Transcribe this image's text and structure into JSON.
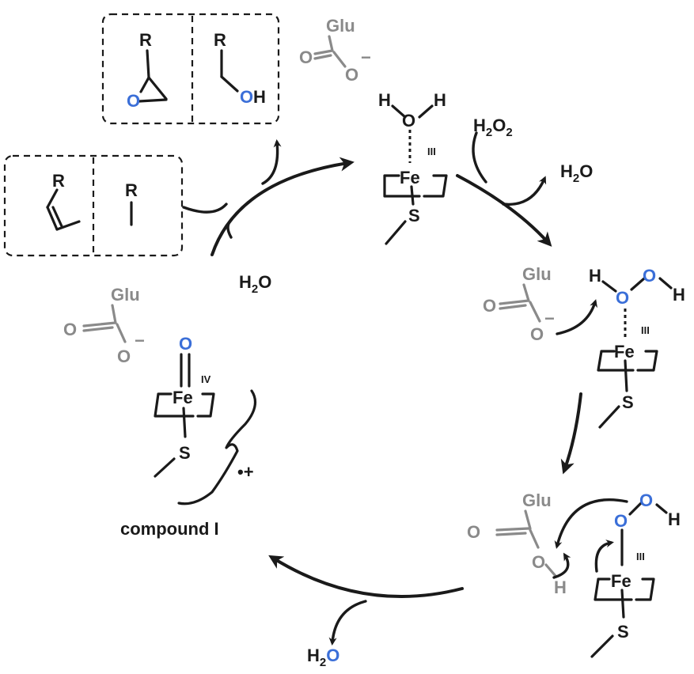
{
  "reagents": {
    "h2o2_h": "H",
    "h2o2_2a": "2",
    "h2o2_o": "O",
    "h2o2_2b": "2",
    "h2o_out_h": "H",
    "h2o_out_2": "2",
    "h2o_out_o": "O",
    "h2o_left_h": "H",
    "h2o_left_2": "2",
    "h2o_left_o": "O",
    "h2o_bottom_h": "H",
    "h2o_bottom_2": "2",
    "h2o_bottom_o": "O"
  },
  "atoms": {
    "R": "R",
    "O": "O",
    "H": "H",
    "OH_O": "O",
    "OH_H": "H",
    "Fe": "Fe",
    "S": "S",
    "Glu": "Glu",
    "minus": "−",
    "ox3": "III",
    "ox4": "IV",
    "radical_cation": "•+"
  },
  "labels": {
    "compound_I": "compound I"
  },
  "colors": {
    "black": "#1a1a1a",
    "grey": "#8a8a8a",
    "blue": "#3b6fd8"
  }
}
